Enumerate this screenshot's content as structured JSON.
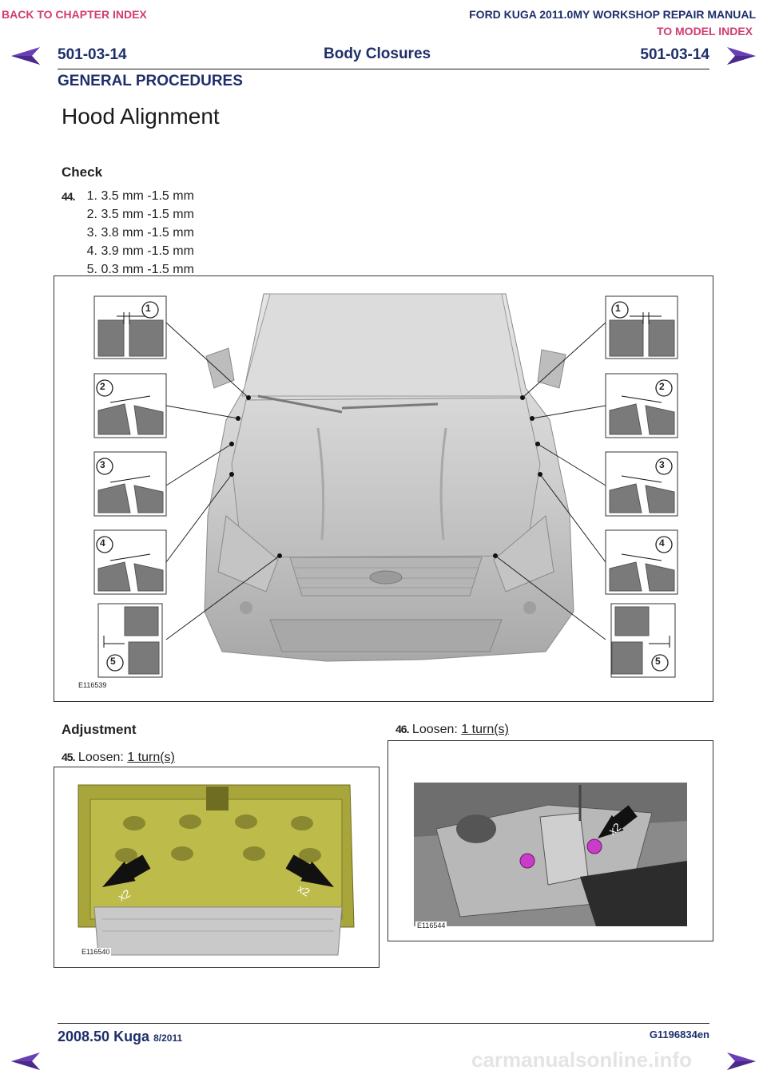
{
  "nav": {
    "back_to_chapter": "BACK TO CHAPTER INDEX",
    "manual_title": "FORD KUGA 2011.0MY WORKSHOP REPAIR MANUAL",
    "to_model_index": "TO MODEL INDEX"
  },
  "header": {
    "code_left": "501-03-14",
    "section_title": "Body Closures",
    "code_right": "501-03-14",
    "subtitle": "GENERAL PROCEDURES"
  },
  "page_title": "Hood Alignment",
  "check": {
    "heading": "Check",
    "step_number": "44.",
    "items": [
      {
        "num": "1.",
        "text": "3.5 mm -1.5 mm"
      },
      {
        "num": "2.",
        "text": "3.5 mm -1.5 mm"
      },
      {
        "num": "3.",
        "text": "3.8 mm -1.5 mm"
      },
      {
        "num": "4.",
        "text": "3.9 mm -1.5 mm"
      },
      {
        "num": "5.",
        "text": "0.3 mm -1.5 mm"
      }
    ]
  },
  "figure_main": {
    "id": "E116539",
    "callouts": [
      "1",
      "2",
      "3",
      "4",
      "5"
    ]
  },
  "adjustment": {
    "heading": "Adjustment",
    "step45": {
      "number": "45.",
      "text": "Loosen:",
      "value": "1 turn(s)"
    },
    "step46": {
      "number": "46.",
      "text": "Loosen:",
      "value": "1 turn(s)"
    }
  },
  "figure_45": {
    "id": "E116540",
    "badge_left": "x2",
    "badge_right": "x2"
  },
  "figure_46": {
    "id": "E116544",
    "badge": "x2"
  },
  "footer": {
    "model": "2008.50 Kuga",
    "date": "8/2011",
    "doc_code": "G1196834en"
  },
  "watermark": "carmanualsonline.info",
  "colors": {
    "nav_link": "#d23c6e",
    "header_navy": "#1f2f6a",
    "arrow_purple": "#7a2fb8",
    "hood_yellow": "#a8a63a"
  }
}
